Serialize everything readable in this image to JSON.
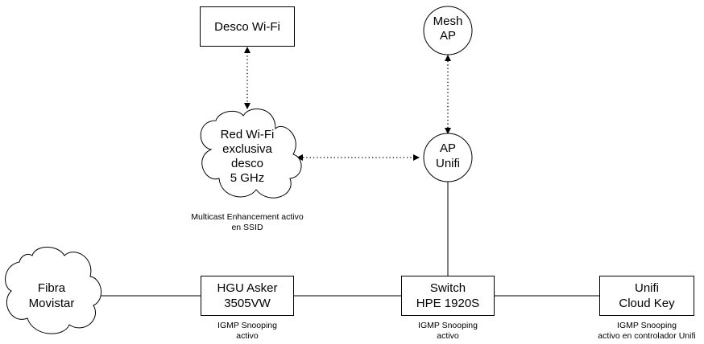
{
  "nodes": {
    "desco_wifi": {
      "lines": [
        "Desco Wi-Fi"
      ]
    },
    "mesh_ap": {
      "lines": [
        "Mesh",
        "AP"
      ]
    },
    "red_wifi": {
      "lines": [
        "Red Wi-Fi",
        "exclusiva",
        "desco",
        "5 GHz"
      ]
    },
    "ap_unifi": {
      "lines": [
        "AP",
        "Unifi"
      ]
    },
    "fibra": {
      "lines": [
        "Fibra",
        "Movistar"
      ]
    },
    "hgu": {
      "lines": [
        "HGU Asker",
        "3505VW"
      ]
    },
    "switch": {
      "lines": [
        "Switch",
        "HPE 1920S"
      ]
    },
    "cloud_key": {
      "lines": [
        "Unifi",
        "Cloud Key"
      ]
    }
  },
  "notes": {
    "multicast": [
      "Multicast Enhancement activo",
      "en SSID"
    ],
    "hgu_igmp": [
      "IGMP Snooping",
      "activo"
    ],
    "switch_igmp": [
      "IGMP Snooping",
      "activo"
    ],
    "cloud_key_igmp": [
      "IGMP Snooping",
      "activo en controlador Unifi"
    ]
  },
  "connections": [
    {
      "from": "Desco Wi-Fi",
      "to": "Red Wi-Fi exclusiva desco 5 GHz",
      "style": "dotted",
      "arrows": "both"
    },
    {
      "from": "Red Wi-Fi exclusiva desco 5 GHz",
      "to": "AP Unifi",
      "style": "dotted",
      "arrows": "both"
    },
    {
      "from": "Mesh AP",
      "to": "AP Unifi",
      "style": "dotted",
      "arrows": "both"
    },
    {
      "from": "AP Unifi",
      "to": "Switch HPE 1920S",
      "style": "solid",
      "arrows": "none"
    },
    {
      "from": "Fibra Movistar",
      "to": "HGU Asker 3505VW",
      "style": "solid",
      "arrows": "none"
    },
    {
      "from": "HGU Asker 3505VW",
      "to": "Switch HPE 1920S",
      "style": "solid",
      "arrows": "none"
    },
    {
      "from": "Switch HPE 1920S",
      "to": "Unifi Cloud Key",
      "style": "solid",
      "arrows": "none"
    }
  ]
}
